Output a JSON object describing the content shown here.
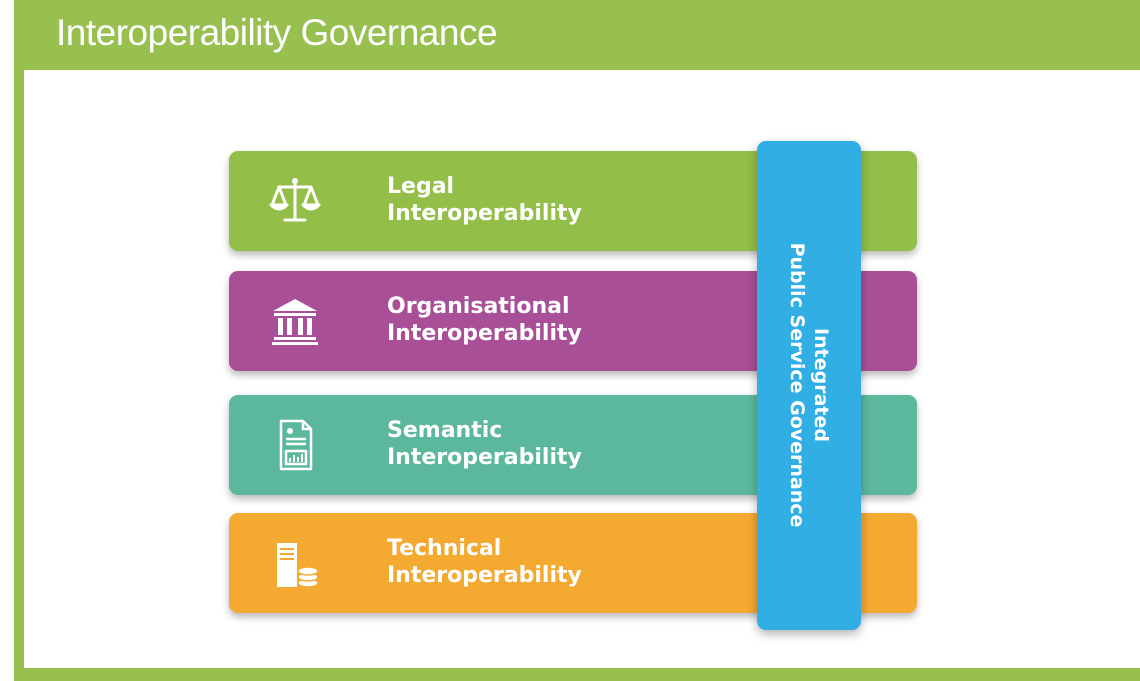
{
  "header": {
    "title": "Interoperability Governance"
  },
  "layers": [
    {
      "line1": "Legal",
      "line2": "Interoperability",
      "icon": "scales-of-justice-icon",
      "color": "#93be48"
    },
    {
      "line1": "Organisational",
      "line2": "Interoperability",
      "icon": "institution-building-icon",
      "color": "#a94f97"
    },
    {
      "line1": "Semantic",
      "line2": "Interoperability",
      "icon": "document-data-icon",
      "color": "#5cb89c"
    },
    {
      "line1": "Technical",
      "line2": "Interoperability",
      "icon": "server-database-icon",
      "color": "#f4a931"
    }
  ],
  "pillar": {
    "line1": "Integrated",
    "line2": "Public Service Governance",
    "color": "#31aee4"
  },
  "colors": {
    "frame": "#97c04f"
  }
}
